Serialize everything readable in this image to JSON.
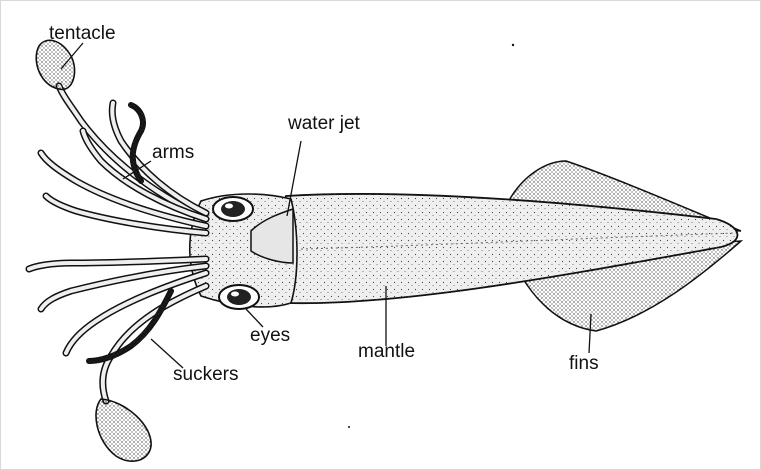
{
  "labels": {
    "tentacle": "tentacle",
    "arms": "arms",
    "water_jet": "water jet",
    "eyes": "eyes",
    "mantle": "mantle",
    "suckers": "suckers",
    "fins": "fins"
  },
  "colors": {
    "ink": "#111111",
    "body_fill": "#efefef",
    "background": "#ffffff"
  }
}
